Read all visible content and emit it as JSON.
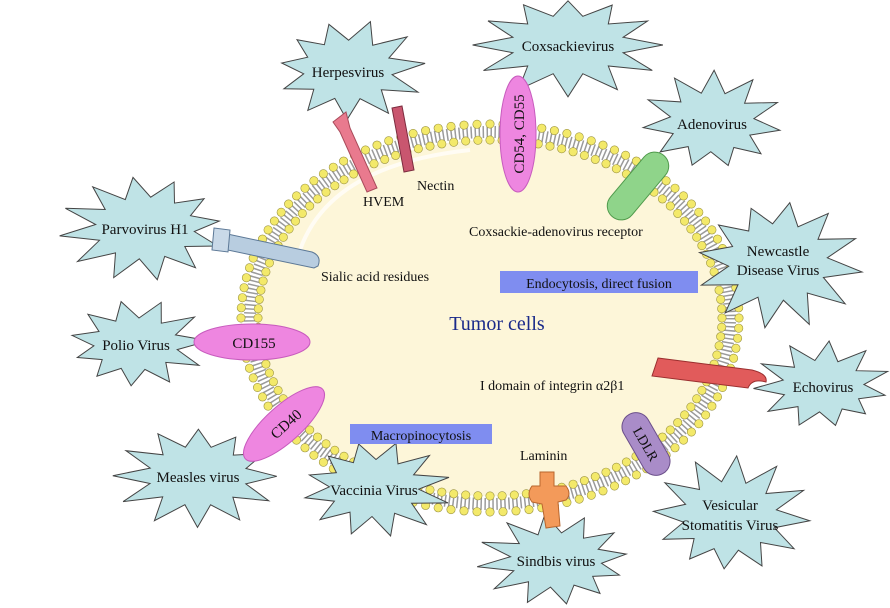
{
  "colors": {
    "cell_fill": "#fdf6d9",
    "lipid_head": "#f3e96a",
    "lipid_tail": "#8a8a8a",
    "virus_fill": "#bfe3e6",
    "virus_stroke": "#444444",
    "center_text": "#1a2a8a",
    "banner_fill": "#7f8df0",
    "receptor_pink": "#ee86e0",
    "receptor_green": "#8fd48a",
    "receptor_red": "#e15b5b",
    "receptor_blue": "#b8cde0",
    "receptor_orange": "#f39a5a",
    "receptor_purple": "#a98cc8"
  },
  "center_label": "Tumor cells",
  "entry_modes": {
    "endocytosis": "Endocytosis, direct fusion",
    "macropinocytosis": "Macropinocytosis"
  },
  "viruses": {
    "coxsackievirus": "Coxsackievirus",
    "herpesvirus": "Herpesvirus",
    "adenovirus": "Adenovirus",
    "parvovirus": "Parvovirus H1",
    "newcastle_line1": "Newcastle",
    "newcastle_line2": "Disease Virus",
    "polio": "Polio Virus",
    "echovirus": "Echovirus",
    "measles": "Measles virus",
    "vaccinia": "Vaccinia Virus",
    "vsv_line1": "Vesicular",
    "vsv_line2": "Stomatitis Virus",
    "sindbis": "Sindbis virus"
  },
  "receptors": {
    "cd54_cd55": "CD54, CD55",
    "nectin": "Nectin",
    "hvem": "HVEM",
    "car": "Coxsackie-adenovirus receptor",
    "sialic": "Sialic acid residues",
    "cd155": "CD155",
    "integrin": "I domain of integrin α2β1",
    "cd40": "CD40",
    "ldlr": "LDLR",
    "laminin": "Laminin"
  }
}
